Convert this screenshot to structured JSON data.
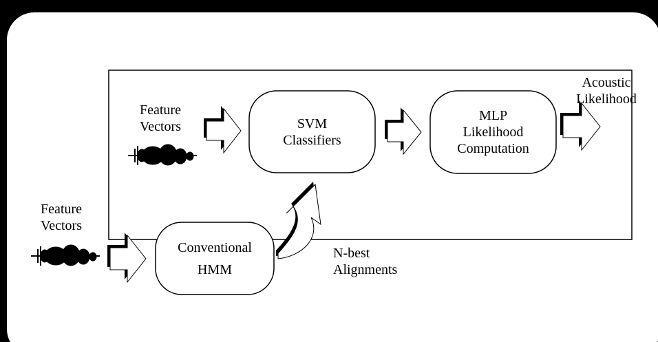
{
  "inputs": {
    "top_label": [
      "Feature",
      "Vectors"
    ],
    "bottom_label": [
      "Feature",
      "Vectors"
    ]
  },
  "nodes": {
    "svm": [
      "SVM",
      "Classifiers"
    ],
    "mlp": [
      "MLP",
      "Likelihood",
      "Computation"
    ],
    "hmm": [
      "Conventional",
      "HMM"
    ]
  },
  "outputs": {
    "acoustic": [
      "Acoustic",
      "Likelihood"
    ],
    "nbest": [
      "N-best",
      "Alignments"
    ]
  },
  "colors": {
    "frame": "#000000",
    "box_stroke": "#000000",
    "arrow_fill": "#ffffff"
  }
}
